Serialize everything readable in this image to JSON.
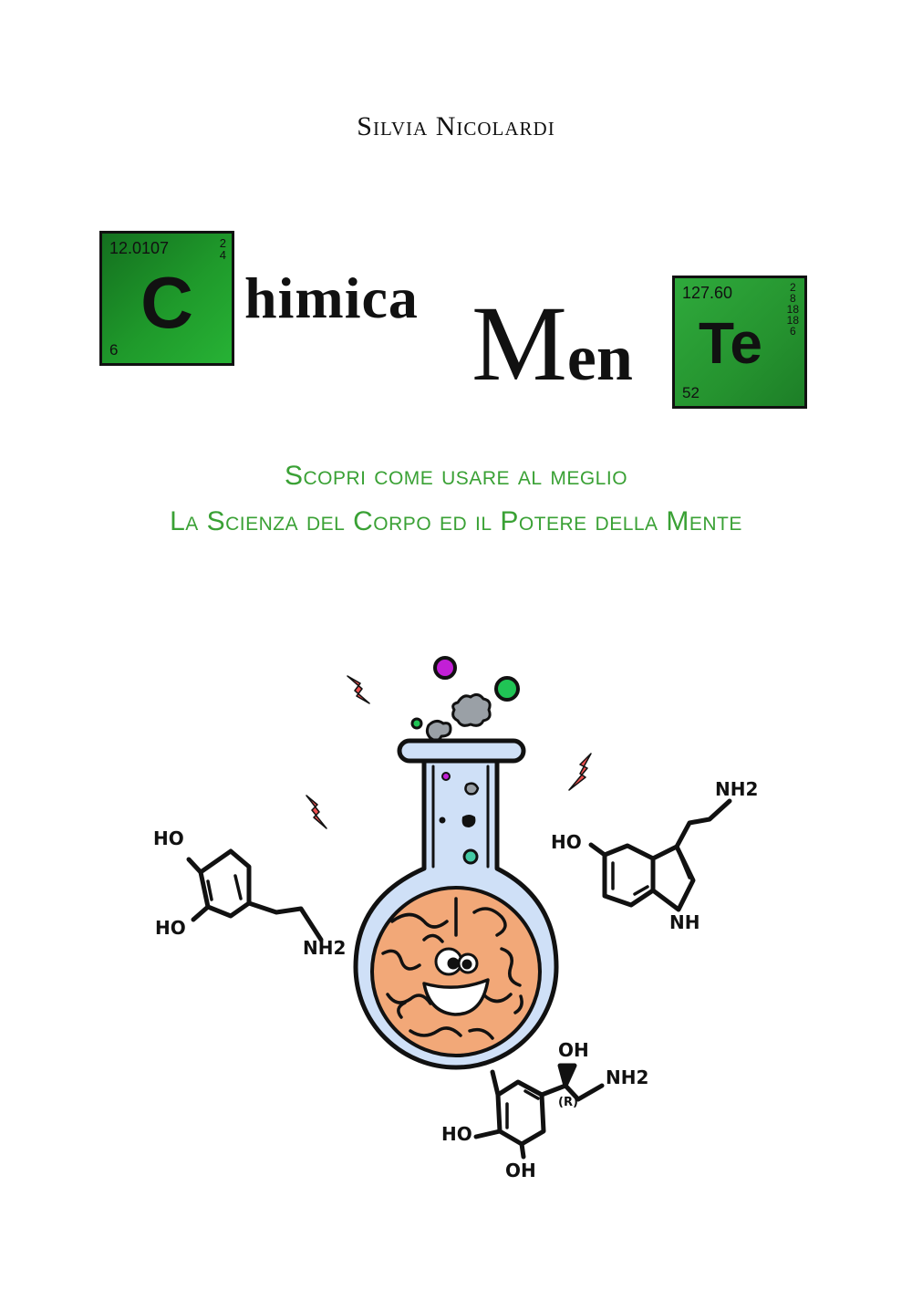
{
  "cover": {
    "author": "Silvia Nicolardi",
    "title": {
      "element_c": {
        "atomic_mass": "12.0107",
        "shells": [
          "2",
          "4"
        ],
        "symbol": "C",
        "atomic_number": "6"
      },
      "word1": "himica",
      "word2_cap": "M",
      "word2_rest": "en",
      "element_te": {
        "atomic_mass": "127.60",
        "shells": [
          "2",
          "8",
          "18",
          "18",
          "6"
        ],
        "symbol": "Te",
        "atomic_number": "52"
      },
      "full_title": "ChimicaMenTe"
    },
    "subtitle": {
      "line1": "Scopri come usare al meglio",
      "line2": "La Scienza del Corpo ed il Potere della Mente"
    },
    "illustration": {
      "description": "Cartoon flask containing a smiling brain, surrounded by molecule drawings",
      "molecules": [
        {
          "name": "dopamine",
          "labels": [
            "HO",
            "HO",
            "NH2"
          ]
        },
        {
          "name": "serotonin",
          "labels": [
            "HO",
            "NH2",
            "NH"
          ]
        },
        {
          "name": "noradrenaline",
          "labels": [
            "OH",
            "NH2",
            "(R)",
            "HO",
            "OH"
          ]
        }
      ]
    },
    "colors": {
      "element_green": "#1f9a2b",
      "subtitle_green": "#3aa135",
      "flask_blue": "#cfe0f7",
      "brain_orange": "#f2a878",
      "bolt_red": "#ef4f4f",
      "bubble_purple": "#c21fd6",
      "bubble_green": "#20c455"
    }
  }
}
